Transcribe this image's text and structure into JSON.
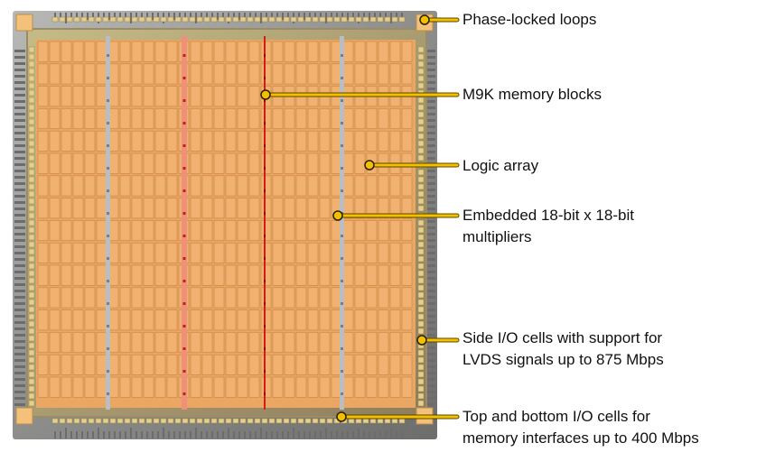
{
  "callouts": [
    {
      "id": "pll",
      "lines": [
        "Phase-locked loops"
      ]
    },
    {
      "id": "m9k",
      "lines": [
        "M9K memory blocks"
      ]
    },
    {
      "id": "logic",
      "lines": [
        "Logic array"
      ]
    },
    {
      "id": "mult",
      "lines": [
        "Embedded 18-bit x 18-bit",
        "multipliers"
      ]
    },
    {
      "id": "side-io",
      "lines": [
        "Side I/O cells with support for",
        "LVDS signals up to 875 Mbps"
      ]
    },
    {
      "id": "tb-io",
      "lines": [
        "Top and bottom  I/O cells for",
        "memory interfaces up to 400 Mbps"
      ]
    }
  ],
  "colors": {
    "leader": "#f3c000",
    "leader_dot_edge": "#2a2000",
    "logic_cell": "#f1b271",
    "logic_cell_edge": "#c98440",
    "chip_frame": "#a99e77",
    "pll_block": "#f3c17a",
    "io_pad": "#e5cf8a",
    "side_pins": "#6c6c6c",
    "m9k_column": "#f0907a",
    "m9k_line": "#d41a1a",
    "multiplier_column": "#b9bdc4"
  }
}
